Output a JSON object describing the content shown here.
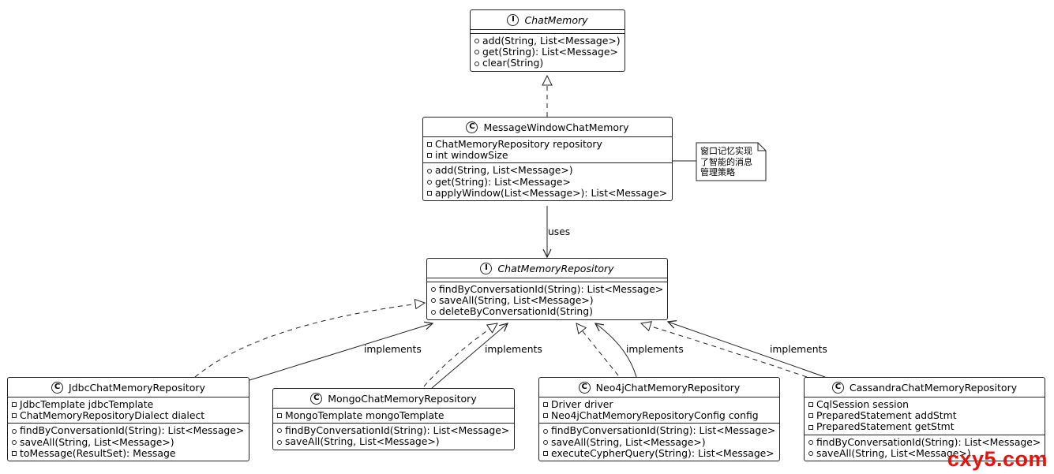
{
  "classes": {
    "chat_memory": {
      "kind": "I",
      "name": "ChatMemory",
      "fields": [],
      "methods": [
        {
          "vis": "public",
          "text": "add(String, List<Message>)"
        },
        {
          "vis": "public",
          "text": "get(String): List<Message>"
        },
        {
          "vis": "public",
          "text": "clear(String)"
        }
      ]
    },
    "message_window_chat_memory": {
      "kind": "C",
      "name": "MessageWindowChatMemory",
      "fields": [
        {
          "vis": "private",
          "text": "ChatMemoryRepository repository"
        },
        {
          "vis": "private",
          "text": "int windowSize"
        }
      ],
      "methods": [
        {
          "vis": "public",
          "text": "add(String, List<Message>)"
        },
        {
          "vis": "public",
          "text": "get(String): List<Message>"
        },
        {
          "vis": "private",
          "text": "applyWindow(List<Message>): List<Message>"
        }
      ]
    },
    "chat_memory_repository": {
      "kind": "I",
      "name": "ChatMemoryRepository",
      "fields": [],
      "methods": [
        {
          "vis": "public",
          "text": "findByConversationId(String): List<Message>"
        },
        {
          "vis": "public",
          "text": "saveAll(String, List<Message>)"
        },
        {
          "vis": "public",
          "text": "deleteByConversationId(String)"
        }
      ]
    },
    "jdbc_repo": {
      "kind": "C",
      "name": "JdbcChatMemoryRepository",
      "fields": [
        {
          "vis": "private",
          "text": "JdbcTemplate jdbcTemplate"
        },
        {
          "vis": "private",
          "text": "ChatMemoryRepositoryDialect dialect"
        }
      ],
      "methods": [
        {
          "vis": "public",
          "text": "findByConversationId(String): List<Message>"
        },
        {
          "vis": "public",
          "text": "saveAll(String, List<Message>)"
        },
        {
          "vis": "private",
          "text": "toMessage(ResultSet): Message"
        }
      ]
    },
    "mongo_repo": {
      "kind": "C",
      "name": "MongoChatMemoryRepository",
      "fields": [
        {
          "vis": "private",
          "text": "MongoTemplate mongoTemplate"
        }
      ],
      "methods": [
        {
          "vis": "public",
          "text": "findByConversationId(String): List<Message>"
        },
        {
          "vis": "public",
          "text": "saveAll(String, List<Message>)"
        }
      ]
    },
    "neo4j_repo": {
      "kind": "C",
      "name": "Neo4jChatMemoryRepository",
      "fields": [
        {
          "vis": "private",
          "text": "Driver driver"
        },
        {
          "vis": "private",
          "text": "Neo4jChatMemoryRepositoryConfig config"
        }
      ],
      "methods": [
        {
          "vis": "public",
          "text": "findByConversationId(String): List<Message>"
        },
        {
          "vis": "public",
          "text": "saveAll(String, List<Message>)"
        },
        {
          "vis": "private",
          "text": "executeCypherQuery(String): List<Message>"
        }
      ]
    },
    "cassandra_repo": {
      "kind": "C",
      "name": "CassandraChatMemoryRepository",
      "fields": [
        {
          "vis": "private",
          "text": "CqlSession session"
        },
        {
          "vis": "private",
          "text": "PreparedStatement addStmt"
        },
        {
          "vis": "private",
          "text": "PreparedStatement getStmt"
        }
      ],
      "methods": [
        {
          "vis": "public",
          "text": "findByConversationId(String): List<Message>"
        },
        {
          "vis": "public",
          "text": "saveAll(String, List<Message>)"
        }
      ]
    }
  },
  "note": {
    "lines": [
      "窗口记忆实现",
      "了智能的消息",
      "管理策略"
    ]
  },
  "edge_labels": {
    "uses": "uses",
    "implements_jdbc": "implements",
    "implements_mongo": "implements",
    "implements_neo4j": "implements",
    "implements_cassandra": "implements"
  },
  "watermark": "cxy5.com",
  "colors": {
    "line": "#222222",
    "watermark": "#e8120c"
  }
}
